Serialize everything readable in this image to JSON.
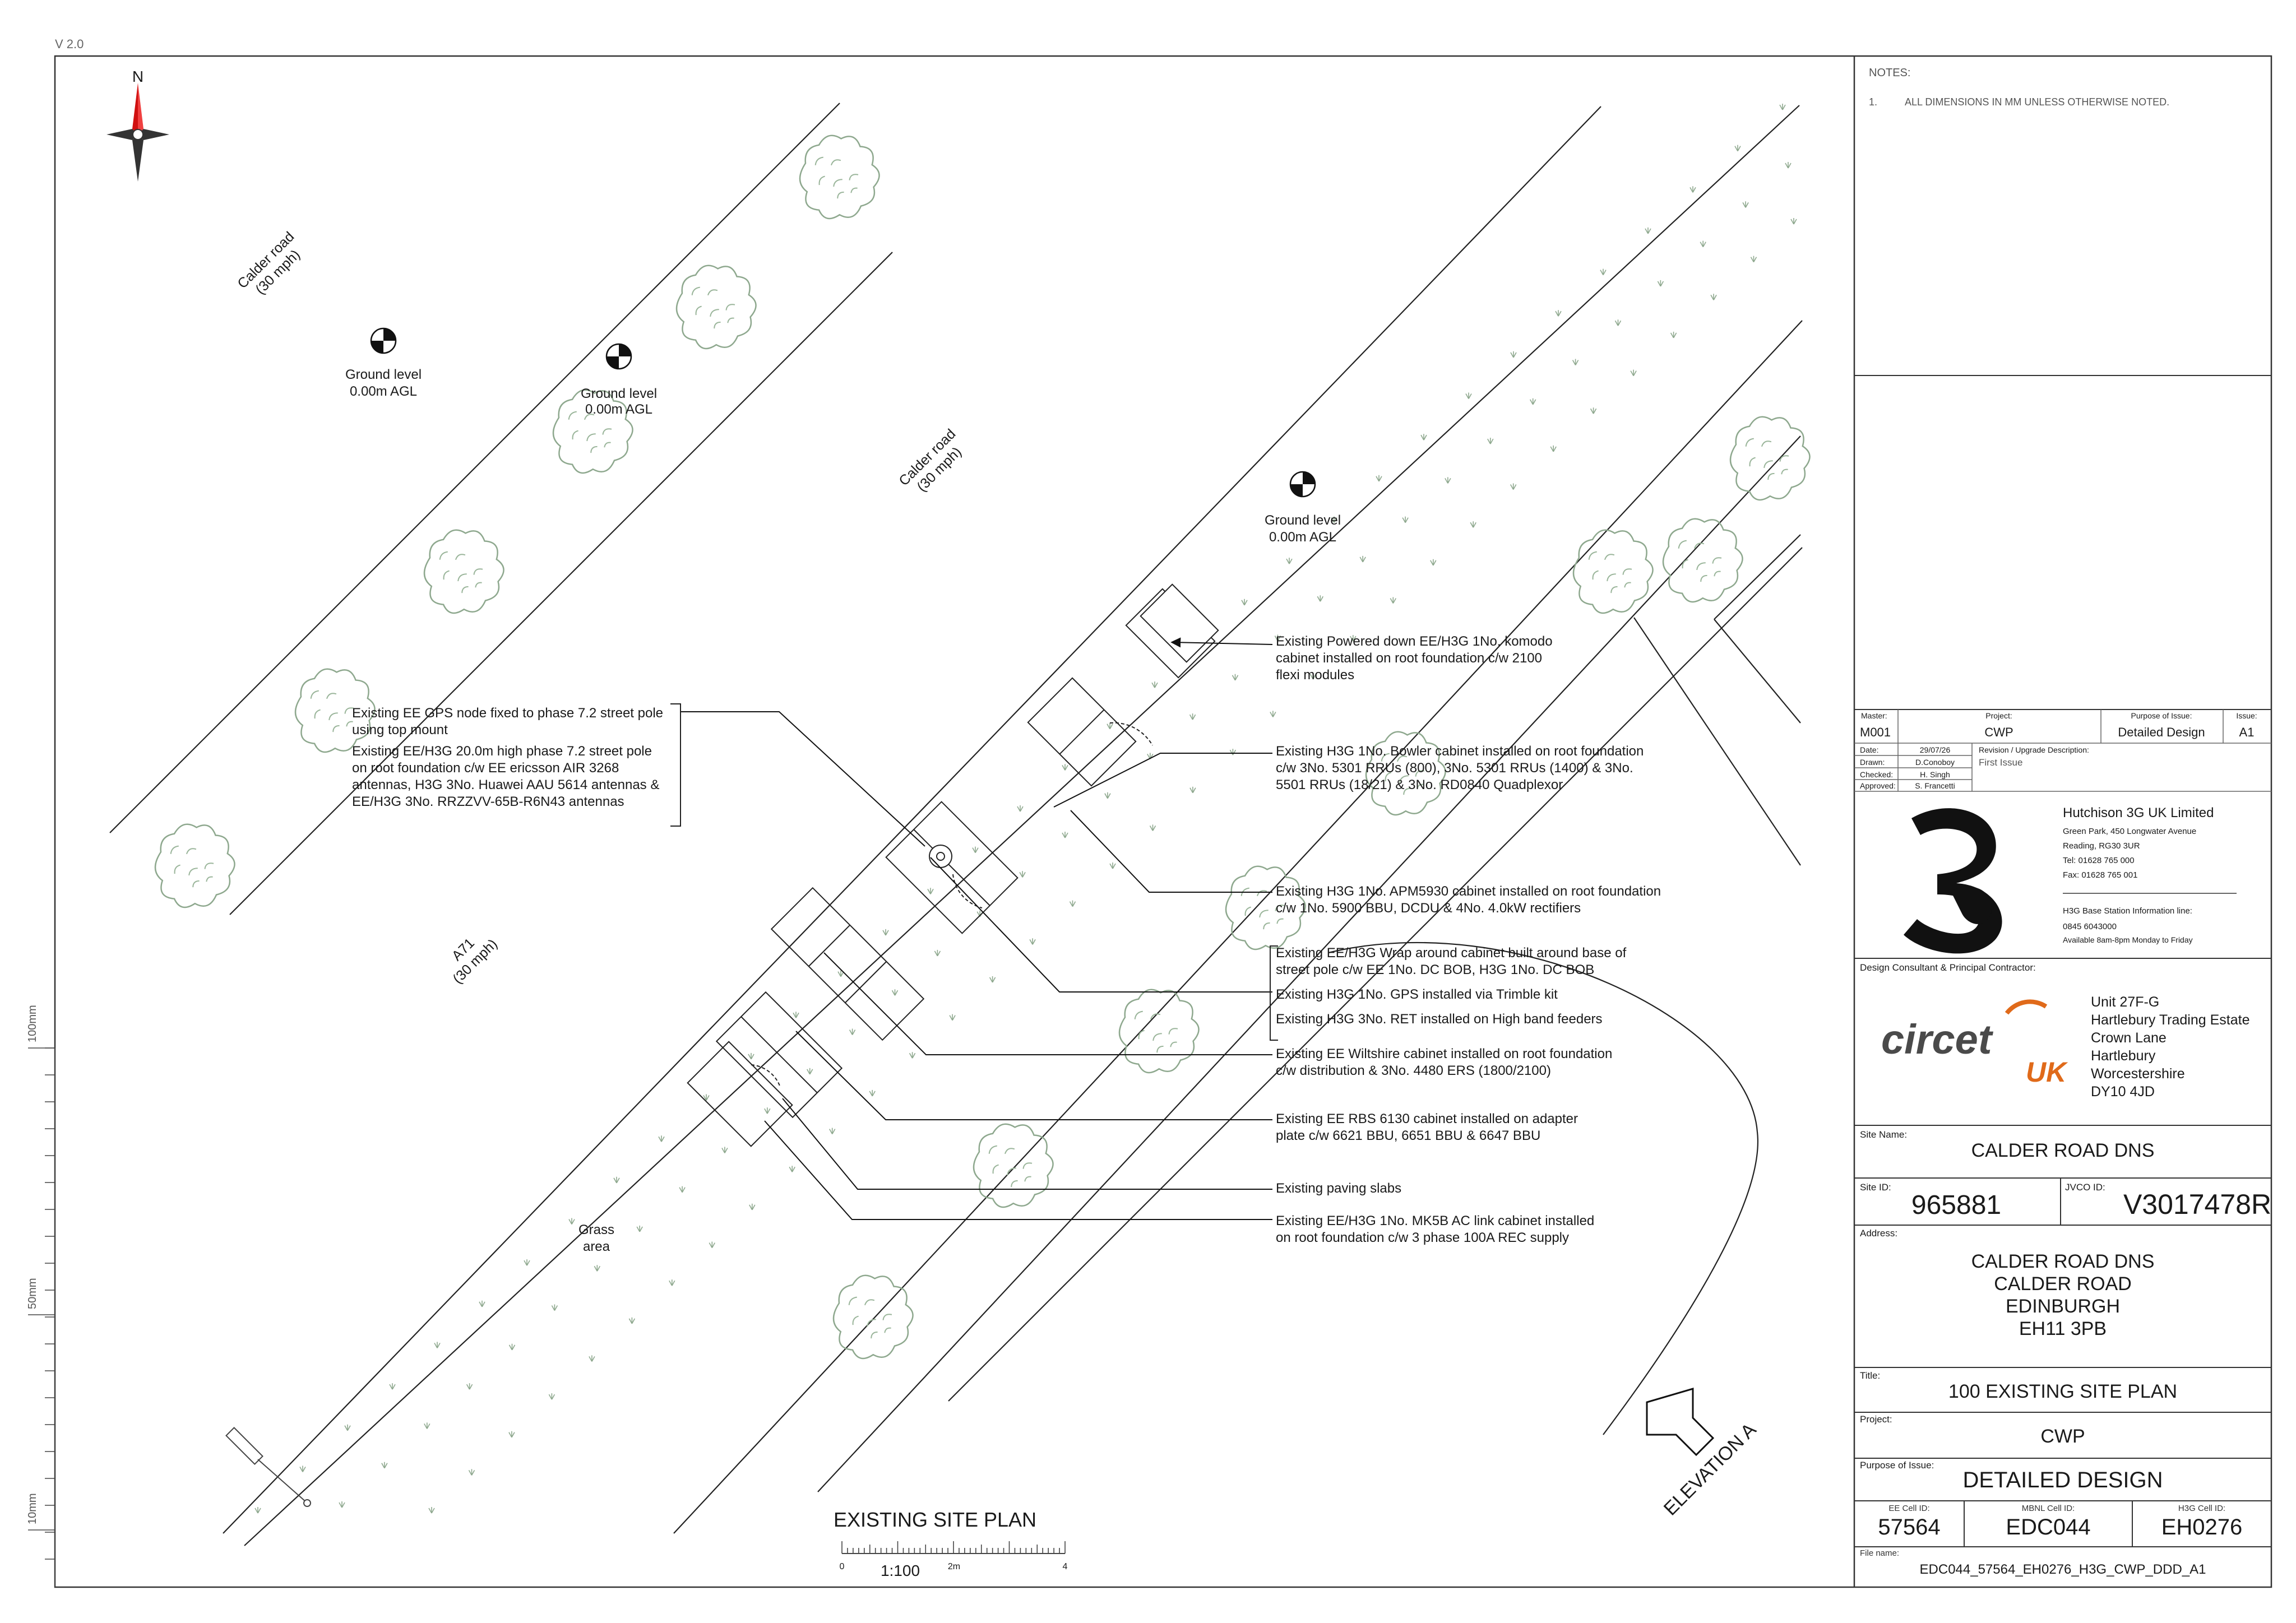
{
  "version": "V 2.0",
  "north_label": "N",
  "map": {
    "road_labels": [
      {
        "line1": "Calder road",
        "line2": "(30 mph)"
      },
      {
        "line1": "Calder road",
        "line2": "(30 mph)"
      },
      {
        "line1": "A71",
        "line2": "(30 mph)"
      }
    ],
    "ground_levels": [
      {
        "line1": "Ground level",
        "line2": "0.00m AGL"
      },
      {
        "line1": "Ground level",
        "line2": "0.00m AGL"
      },
      {
        "line1": "Ground level",
        "line2": "0.00m AGL"
      }
    ],
    "grass": {
      "line1": "Grass",
      "line2": "area"
    },
    "elevation": "ELEVATION A",
    "plan_title": "EXISTING SITE PLAN",
    "scale": {
      "ratio": "1:100",
      "t0": "0",
      "t1": "2m",
      "t2": "4"
    },
    "ruler": {
      "r1": "100mm",
      "r2": "50mm",
      "r3": "10mm"
    }
  },
  "left_notes": [
    {
      "lines": [
        "Existing EE GPS node fixed to phase 7.2 street pole",
        "using top mount"
      ]
    },
    {
      "lines": [
        "Existing EE/H3G 20.0m high phase 7.2 street pole",
        "on root foundation c/w EE ericsson AIR 3268",
        "antennas, H3G 3No. Huawei AAU 5614 antennas &",
        "EE/H3G 3No. RRZZVV-65B-R6N43 antennas"
      ]
    }
  ],
  "callouts": [
    {
      "lines": [
        "Existing Powered down EE/H3G 1No. komodo",
        "cabinet installed on root foundation c/w 2100",
        "flexi modules"
      ]
    },
    {
      "lines": [
        "Existing H3G 1No. Bowler cabinet installed on root foundation",
        "c/w 3No. 5301 RRUs (800), 3No. 5301 RRUs (1400) & 3No.",
        "5501 RRUs (18/21) & 3No. RD0840 Quadplexor"
      ]
    },
    {
      "lines": [
        "Existing H3G 1No. APM5930 cabinet installed on root foundation",
        "c/w 1No. 5900 BBU, DCDU & 4No. 4.0kW rectifiers"
      ]
    },
    {
      "lines": [
        "Existing EE/H3G Wrap around cabinet built around base of",
        "street pole c/w EE 1No. DC BOB, H3G 1No. DC BOB"
      ]
    },
    {
      "lines": [
        "Existing H3G 1No. GPS installed via Trimble kit"
      ]
    },
    {
      "lines": [
        "Existing H3G 3No. RET installed on High band feeders"
      ]
    },
    {
      "lines": [
        "Existing EE Wiltshire cabinet installed on root foundation",
        "c/w distribution & 3No. 4480 ERS (1800/2100)"
      ]
    },
    {
      "lines": [
        "Existing EE RBS 6130 cabinet installed on adapter",
        "plate c/w 6621 BBU, 6651 BBU & 6647 BBU"
      ]
    },
    {
      "lines": [
        "Existing paving slabs"
      ]
    },
    {
      "lines": [
        "Existing EE/H3G 1No. MK5B AC link cabinet installed",
        "on root foundation c/w 3 phase 100A REC supply"
      ]
    }
  ],
  "title_block": {
    "notes_heading": "NOTES:",
    "note_1_num": "1.",
    "note_1_text": "ALL DIMENSIONS IN MM UNLESS OTHERWISE NOTED.",
    "master_label": "Master:",
    "master": "M001",
    "project_label": "Project:",
    "project_code": "CWP",
    "purpose_label": "Purpose of Issue:",
    "purpose_value": "Detailed Design",
    "issue_label": "Issue:",
    "issue": "A1",
    "date_label": "Date:",
    "date": "29/07/26",
    "drawn_label": "Drawn:",
    "drawn": "D.Conoboy",
    "checked_label": "Checked:",
    "checked": "H. Singh",
    "approved_label": "Approved:",
    "approved": "S. Francetti",
    "revision_label": "Revision / Upgrade Description:",
    "revision_desc": "First Issue",
    "client_name": "Hutchison 3G UK Limited",
    "client_addr1": "Green Park, 450 Longwater Avenue",
    "client_addr2": "Reading, RG30 3UR",
    "client_tel": "Tel: 01628 765 000",
    "client_fax": "Fax: 01628 765 001",
    "bs_info": "H3G Base Station Information line:",
    "bs_phone": "0845 6043000",
    "bs_hours": "Available 8am-8pm Monday to Friday",
    "consultant_label": "Design Consultant & Principal Contractor:",
    "circet_word": "circet",
    "circet_uk": "UK",
    "contractor_addr": [
      "Unit 27F-G",
      "Hartlebury Trading Estate",
      "Crown Lane",
      "Hartlebury",
      "Worcestershire",
      "DY10 4JD"
    ],
    "site_name_label": "Site Name:",
    "site_name": "CALDER ROAD DNS",
    "site_id_label": "Site ID:",
    "site_id": "965881",
    "jvco_label": "JVCO ID:",
    "jvco_id": "V3017478R",
    "address_label": "Address:",
    "address": [
      "CALDER ROAD DNS",
      "CALDER ROAD",
      "EDINBURGH",
      "EH11 3PB"
    ],
    "title_label": "Title:",
    "title": "100 EXISTING SITE PLAN",
    "project2_label": "Project:",
    "project_name": "CWP",
    "purpose2_label": "Purpose of Issue:",
    "purpose_big": "DETAILED DESIGN",
    "ee_cell_label": "EE Cell ID:",
    "ee_cell": "57564",
    "mbnl_cell_label": "MBNL Cell ID:",
    "mbnl_cell": "EDC044",
    "h3g_cell_label": "H3G Cell ID:",
    "h3g_cell": "EH0276",
    "file_label": "File name:",
    "file_name": "EDC044_57564_EH0276_H3G_CWP_DDD_A1"
  }
}
